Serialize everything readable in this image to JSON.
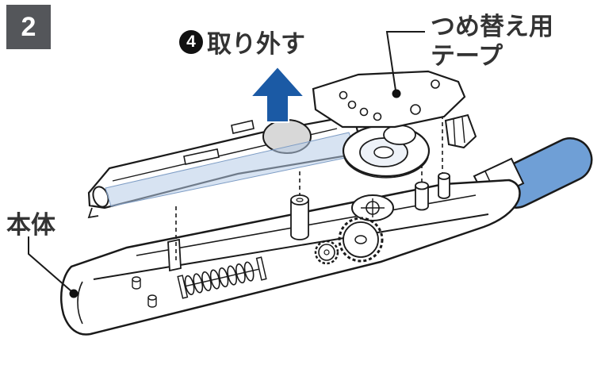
{
  "step": {
    "number": "2"
  },
  "instruction": {
    "marker": "4",
    "label": "取り外す"
  },
  "labels": {
    "refill_line1": "つめ替え用",
    "refill_line2": "テープ",
    "body": "本体"
  },
  "colors": {
    "badge_gray": "#54565a",
    "arrow_blue": "#1b5aa5",
    "grip_blue": "#6f9fd6",
    "tape_blue": "#b7cce8",
    "line": "#1a1a1a",
    "text": "#333333"
  },
  "icons": {
    "up_arrow": "remove-direction-up-arrow",
    "refill_anchor": "refill-anchor-dot",
    "body_anchor": "body-anchor-dot"
  }
}
